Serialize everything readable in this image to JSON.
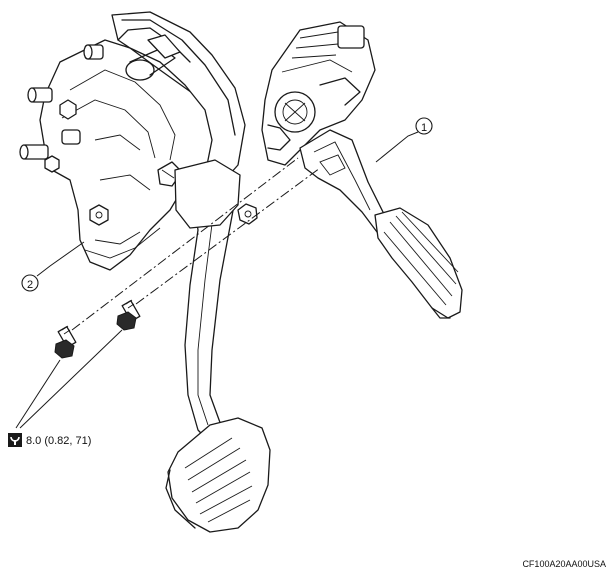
{
  "callouts": {
    "accelerator_pedal_number": "1",
    "pedal_bracket_number": "2"
  },
  "torque_spec": {
    "icon": "torque-wrench-icon",
    "value": "8.0 (0.82, 71)"
  },
  "figure_code": "CF100A20AA00USA"
}
